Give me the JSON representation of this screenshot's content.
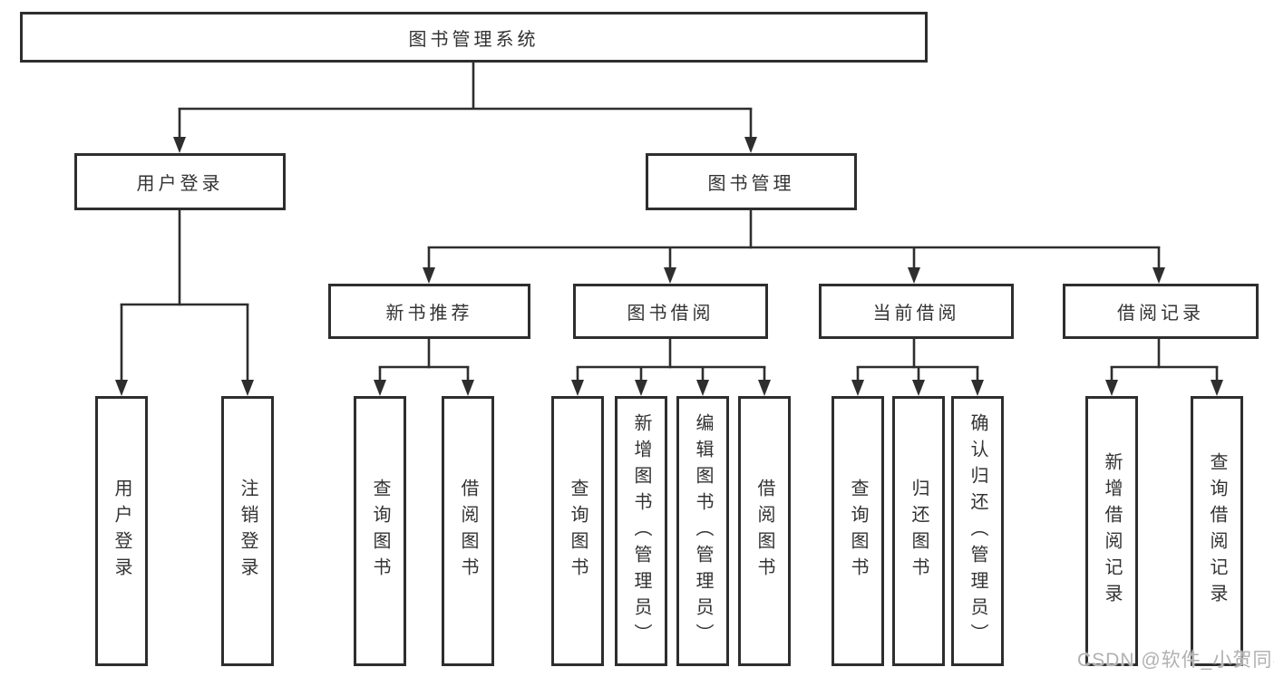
{
  "diagram": {
    "root": {
      "label": "图书管理系统"
    },
    "branches": [
      {
        "label": "用户登录",
        "children": [
          {
            "label": "用户登录"
          },
          {
            "label": "注销登录"
          }
        ]
      },
      {
        "label": "图书管理",
        "children": [
          {
            "label": "新书推荐",
            "children": [
              {
                "label": "查询图书"
              },
              {
                "label": "借阅图书"
              }
            ]
          },
          {
            "label": "图书借阅",
            "children": [
              {
                "label": "查询图书"
              },
              {
                "label": "新增图书（管理员）"
              },
              {
                "label": "编辑图书（管理员）"
              },
              {
                "label": "借阅图书"
              }
            ]
          },
          {
            "label": "当前借阅",
            "children": [
              {
                "label": "查询图书"
              },
              {
                "label": "归还图书"
              },
              {
                "label": "确认归还（管理员）"
              }
            ]
          },
          {
            "label": "借阅记录",
            "children": [
              {
                "label": "新增借阅记录"
              },
              {
                "label": "查询借阅记录"
              }
            ]
          }
        ]
      }
    ],
    "colors": {
      "line": "#2e2e2e",
      "box_border": "#2e2e2e",
      "box_background": "#ffffff",
      "text": "#333333",
      "watermark": "#b1b1b1"
    }
  },
  "watermark": {
    "text": "CSDN @软件_小贺同学"
  }
}
